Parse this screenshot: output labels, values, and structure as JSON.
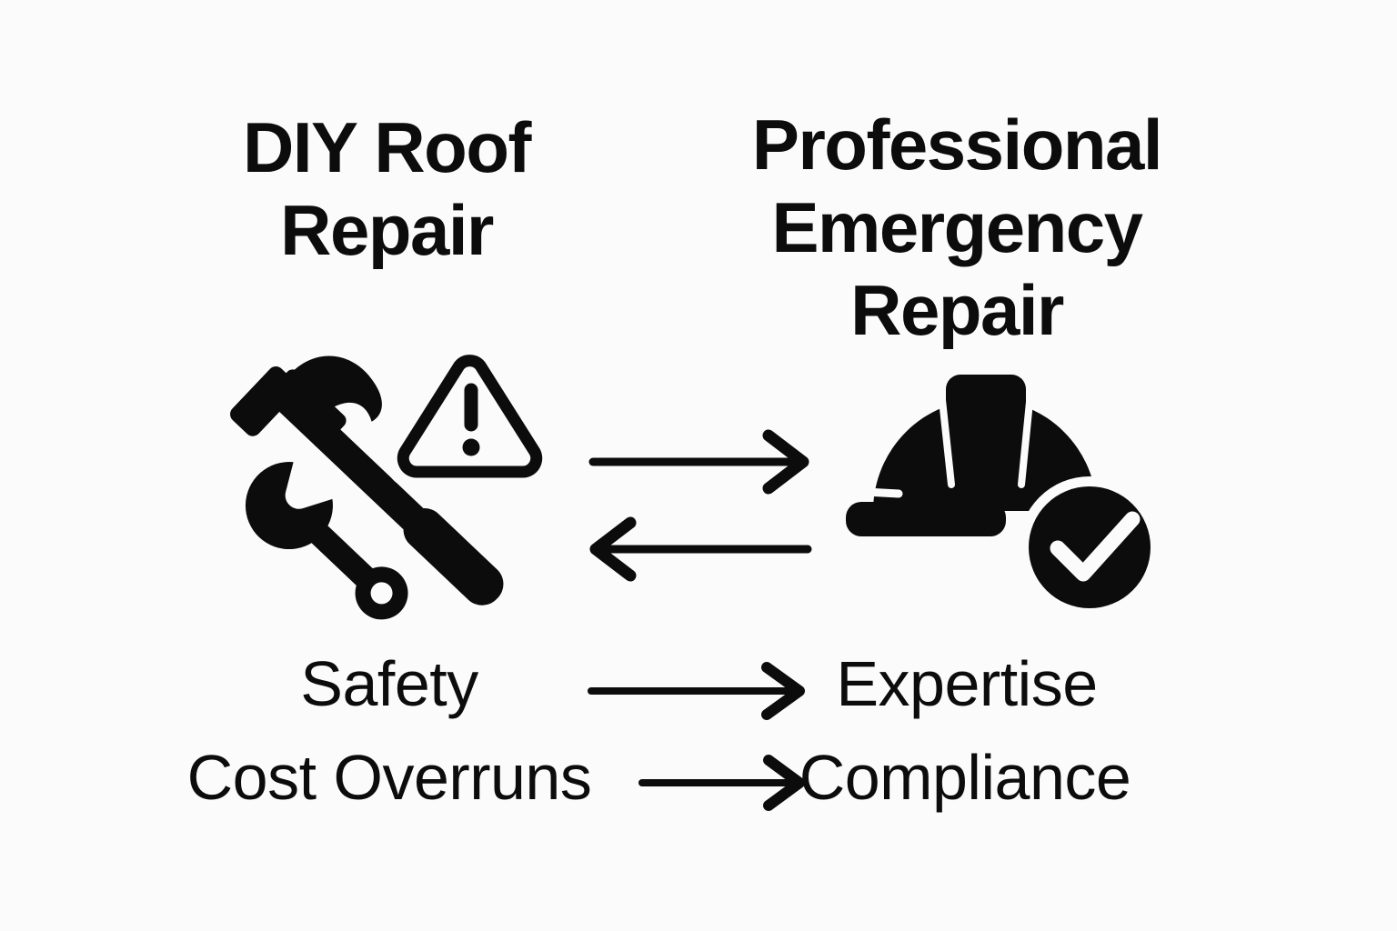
{
  "diagram": {
    "background_color": "#fbfbfb",
    "ink_color": "#0c0c0c",
    "left": {
      "title_line1": "DIY Roof",
      "title_line2": "Repair",
      "icons": [
        "hammer-icon",
        "wrench-icon",
        "warning-triangle-icon"
      ],
      "row1_label": "Safety",
      "row2_label": "Cost Overruns"
    },
    "right": {
      "title_line1": "Professional",
      "title_line2": "Emergency",
      "title_line3": "Repair",
      "icons": [
        "hard-hat-icon",
        "check-circle-icon"
      ],
      "row1_label": "Expertise",
      "row2_label": "Compliance"
    },
    "relations": [
      {
        "from": "DIY Roof Repair",
        "to": "Professional Emergency Repair",
        "arrow": "right"
      },
      {
        "from": "Professional Emergency Repair",
        "to": "DIY Roof Repair",
        "arrow": "left"
      },
      {
        "from": "Safety",
        "to": "Expertise",
        "arrow": "right"
      },
      {
        "from": "Cost Overruns",
        "to": "Compliance",
        "arrow": "right"
      }
    ]
  }
}
